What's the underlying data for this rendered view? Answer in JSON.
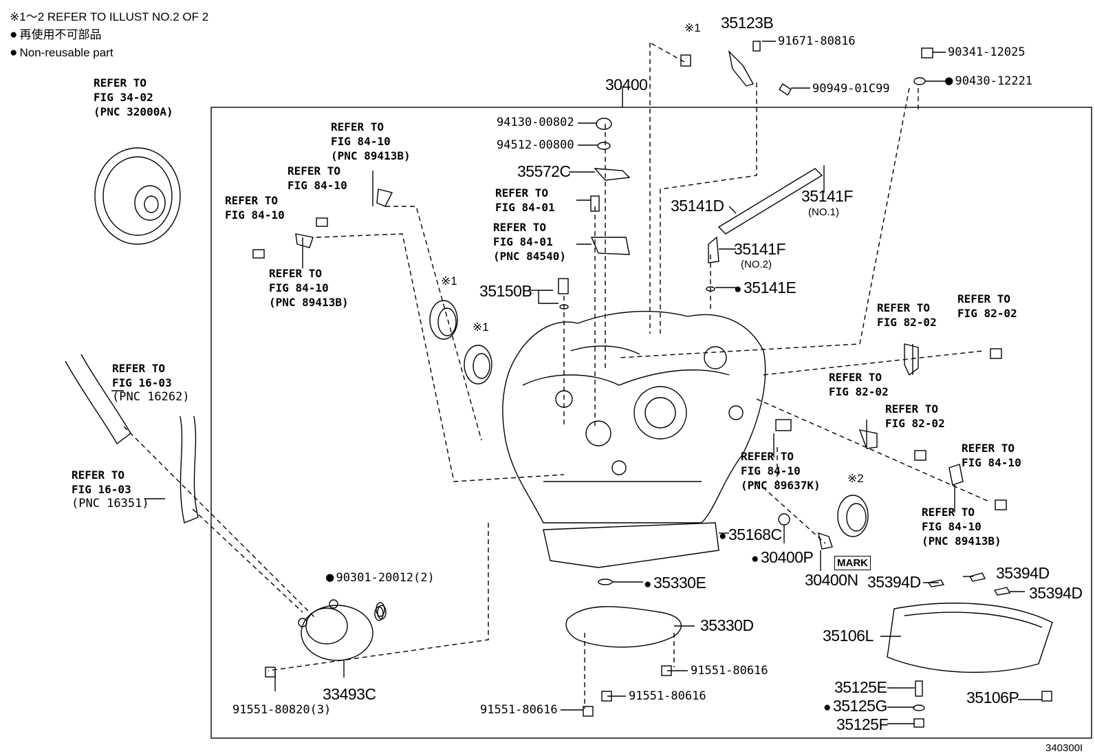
{
  "notes": {
    "refer_note": "※1～2 REFER TO ILLUST NO.2 OF 2",
    "nonreusable_jp": "再使用不可部品",
    "nonreusable_en": "Non-reusable part"
  },
  "illustration_id": "340300I",
  "mark_label": "MARK",
  "refs": {
    "r1": [
      "REFER TO",
      "FIG 34-02",
      "(PNC 32000A)"
    ],
    "r2": [
      "REFER TO",
      "FIG 84-10",
      "(PNC 89413B)"
    ],
    "r3": [
      "REFER TO",
      "FIG 84-10"
    ],
    "r4": [
      "REFER TO",
      "FIG 84-10"
    ],
    "r5": [
      "REFER TO",
      "FIG 84-10",
      "(PNC 89413B)"
    ],
    "r6": [
      "REFER TO",
      "FIG 84-01"
    ],
    "r7": [
      "REFER TO",
      "FIG 84-01",
      "(PNC 84540)"
    ],
    "r8": [
      "REFER TO",
      "FIG 16-03",
      "(PNC 16262)"
    ],
    "r9": [
      "REFER TO",
      "FIG 16-03",
      "(PNC 16351)"
    ],
    "r10": [
      "REFER TO",
      "FIG 82-02"
    ],
    "r11": [
      "REFER TO",
      "FIG 82-02"
    ],
    "r12": [
      "REFER TO",
      "FIG 82-02"
    ],
    "r13": [
      "REFER TO",
      "FIG 82-02"
    ],
    "r14": [
      "REFER TO",
      "FIG 84-10",
      "(PNC 89637K)"
    ],
    "r15": [
      "REFER TO",
      "FIG 84-10"
    ],
    "r16": [
      "REFER TO",
      "FIG 84-10",
      "(PNC 89413B)"
    ]
  },
  "parts": {
    "p30400": "30400",
    "p35123B": "35123B",
    "p91671": "91671-80816",
    "p90949": "90949-01C99",
    "p90341": "90341-12025",
    "p90430": "90430-12221",
    "p94130": "94130-00802",
    "p94512": "94512-00800",
    "p35572C": "35572C",
    "p35141F1": "35141F",
    "p35141F1_sub": "(NO.1)",
    "p35141D": "35141D",
    "p35141F2": "35141F",
    "p35141F2_sub": "(NO.2)",
    "p35141E": "35141E",
    "p35150B": "35150B",
    "p35168C": "35168C",
    "p30400P": "30400P",
    "p30400N": "30400N",
    "p35394D_a": "35394D",
    "p35394D_b": "35394D",
    "p35394D_c": "35394D",
    "p35330E": "35330E",
    "p35330D": "35330D",
    "p35106L": "35106L",
    "p90301": "90301-20012(2)",
    "p91551_a": "91551-80616",
    "p91551_b": "91551-80616",
    "p91551_c": "91551-80616",
    "p91551_d": "91551-80820(3)",
    "p33493C": "33493C",
    "p35125E": "35125E",
    "p35125G": "35125G",
    "p35125F": "35125F",
    "p35106P": "35106P",
    "star1_a": "※1",
    "star1_b": "※1",
    "star1_c": "※1",
    "star2": "※2"
  }
}
